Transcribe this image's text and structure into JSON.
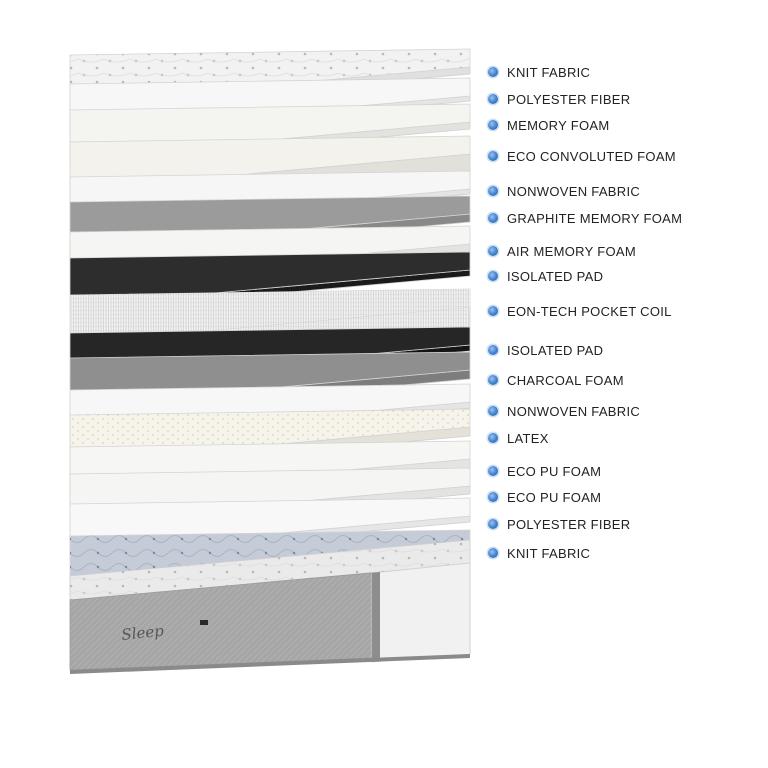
{
  "layers": [
    {
      "label": "KNIT FABRIC",
      "kind": "quilted",
      "fill": "#f2f2f2"
    },
    {
      "label": "POLYESTER FIBER",
      "kind": "plain",
      "fill": "#f7f7f7"
    },
    {
      "label": "MEMORY FOAM",
      "kind": "plain",
      "fill": "#f4f4f1"
    },
    {
      "label": "ECO CONVOLUTED FOAM",
      "kind": "convoluted",
      "fill": "#f3f2ec"
    },
    {
      "label": "NONWOVEN FABRIC",
      "kind": "plain",
      "fill": "#f6f6f6"
    },
    {
      "label": "GRAPHITE MEMORY FOAM",
      "kind": "plain",
      "fill": "#9b9b9b"
    },
    {
      "label": "AIR MEMORY FOAM",
      "kind": "plain",
      "fill": "#f5f5f3"
    },
    {
      "label": "ISOLATED PAD",
      "kind": "plain",
      "fill": "#2d2d2d"
    },
    {
      "label": "EON-TECH POCKET COIL",
      "kind": "coil",
      "fill": "#f4f4f4"
    },
    {
      "label": "ISOLATED PAD",
      "kind": "plain",
      "fill": "#262626"
    },
    {
      "label": "CHARCOAL FOAM",
      "kind": "plain",
      "fill": "#8f8f8f"
    },
    {
      "label": "NONWOVEN FABRIC",
      "kind": "plain",
      "fill": "#f7f7f7"
    },
    {
      "label": "LATEX",
      "kind": "dotted",
      "fill": "#f5f3ea"
    },
    {
      "label": "ECO PU FOAM",
      "kind": "plain",
      "fill": "#f6f6f4"
    },
    {
      "label": "ECO PU FOAM",
      "kind": "plain",
      "fill": "#f5f5f3"
    },
    {
      "label": "POLYESTER FIBER",
      "kind": "plain",
      "fill": "#f8f8f8"
    },
    {
      "label": "KNIT FABRIC",
      "kind": "quilted",
      "fill": "#c5ccd8"
    }
  ],
  "base": {
    "top_fill": "#eaeaea",
    "side_fill": "#a9a9a9",
    "brand_text": "Sleep"
  },
  "colors": {
    "dot": "#3e7fcf",
    "label": "#222222"
  }
}
